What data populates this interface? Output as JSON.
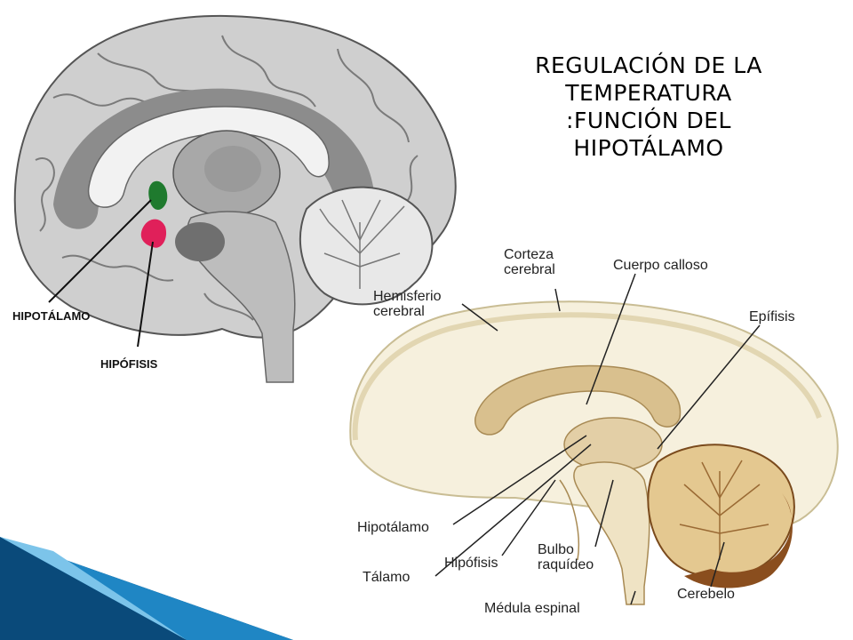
{
  "slide": {
    "title_lines": [
      "REGULACIÓN DE LA",
      "TEMPERATURA",
      ":FUNCIÓN DEL",
      "HIPOTÁLAMO"
    ]
  },
  "gray_brain": {
    "labels": {
      "hypothalamus": "HIPOTÁLAMO",
      "pituitary": "HIPÓFISIS"
    },
    "colors": {
      "hypothalamus": "#1f7a2e",
      "pituitary": "#e0205a"
    }
  },
  "color_brain": {
    "labels": {
      "cortex": [
        "Corteza",
        "cerebral"
      ],
      "hemisphere": [
        "Hemisferio",
        "cerebral"
      ],
      "corpus_callosum": "Cuerpo calloso",
      "pineal": "Epífisis",
      "hypothalamus": "Hipotálamo",
      "thalamus": "Tálamo",
      "pituitary": "Hipófisis",
      "medulla": [
        "Bulbo",
        "raquídeo"
      ],
      "cerebellum": "Cerebelo",
      "spinal_cord": "Médula espinal"
    }
  },
  "decor": {
    "ribbon_colors": [
      "#0a4a7a",
      "#1f86c4",
      "#7cc4ea"
    ]
  }
}
